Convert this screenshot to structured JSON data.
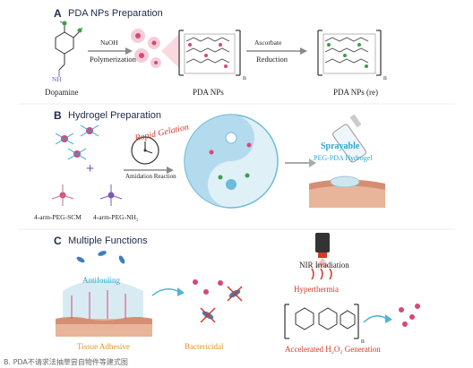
{
  "sectionA": {
    "letter": "A",
    "title": "PDA NPs Preparation",
    "monomer_label": "Dopamine",
    "amine_label": "NH",
    "arrow1_top": "NaOH",
    "arrow1_bottom": "Polymerization",
    "product1_label": "PDA NPs",
    "arrow2_top": "Ascorbate",
    "arrow2_bottom": "Reduction",
    "product2_label": "PDA NPs (re)",
    "subscript_n": "n"
  },
  "sectionB": {
    "letter": "B",
    "title": "Hydrogel Preparation",
    "plus": "+",
    "reagent1": "4-arm-PEG-SCM",
    "reagent2": "4-arm-PEG-NH₂",
    "clock_text": "Rapid Gelation",
    "reaction_label": "Amidation Reaction",
    "sprayable": "Sprayable",
    "hydrogel_label": "PEG-PDA Hydrogel"
  },
  "sectionC": {
    "letter": "C",
    "title": "Multiple Functions",
    "antifouling": "Antifouling",
    "tissue_adhesive": "Tissue Adhesive",
    "bactericidal": "Bactericidal",
    "nir_label": "NIR Irradiation",
    "hyperthermia": "Hyperthermia",
    "h2o2": "Accelerated  H₂O₂ Generation",
    "subscript_n": "n"
  },
  "footer": {
    "caption": "B. PDA不请求法抽草尝自物件等建式图"
  },
  "colors": {
    "blue": "#2aa6cf",
    "orange": "#e0952e",
    "red": "#d43a2a",
    "green": "#3aa048",
    "skin": "#e8b59a"
  }
}
